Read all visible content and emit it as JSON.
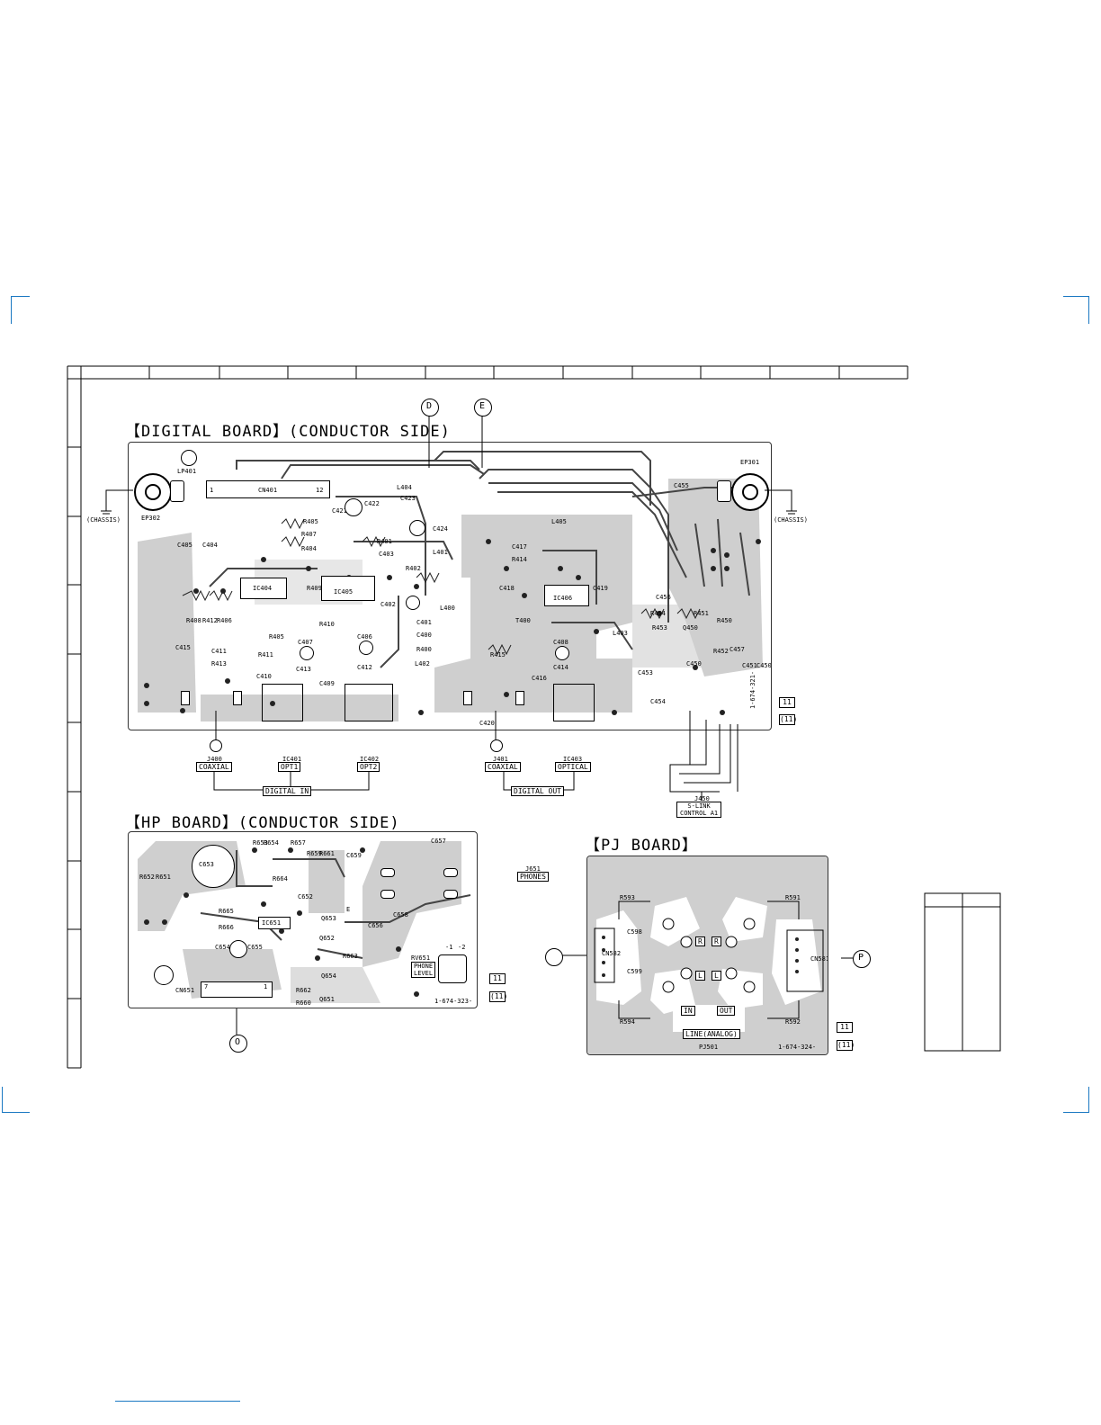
{
  "titles": {
    "digital": "【DIGITAL BOARD】(CONDUCTOR SIDE)",
    "hp": "【HP BOARD】(CONDUCTOR SIDE)",
    "pj": "【PJ BOARD】"
  },
  "connectors": {
    "d": "D",
    "e": "E",
    "o": "O",
    "p": "P"
  },
  "digital": {
    "chassis_left": "(CHASSIS)",
    "chassis_right": "(CHASSIS)",
    "ep302": "EP302",
    "ep301": "EP301",
    "lp401": "LP401",
    "cn401": "CN401",
    "cn401_pin1": "1",
    "cn401_pin12": "12",
    "ic404": "IC404",
    "ic405": "IC405",
    "ic406": "IC406",
    "components": [
      "L404",
      "C423",
      "C421",
      "C422",
      "C424",
      "R405",
      "R407",
      "R404",
      "R401",
      "C403",
      "R402",
      "L401",
      "C402",
      "C401",
      "L400",
      "C400",
      "R400",
      "L402",
      "C404",
      "C405",
      "R408",
      "R412",
      "R406",
      "R409",
      "C411",
      "R413",
      "C415",
      "R405",
      "R411",
      "C407",
      "R410",
      "C406",
      "C413",
      "C412",
      "C410",
      "C409",
      "L405",
      "C417",
      "R414",
      "C418",
      "C419",
      "T400",
      "R415",
      "C408",
      "C414",
      "L403",
      "C416",
      "C420",
      "C455",
      "C456",
      "R454",
      "R451",
      "R453",
      "Q450",
      "R450",
      "C450",
      "R452",
      "C457",
      "C451",
      "C450",
      "C453",
      "C454"
    ],
    "board_number": "1-674-321-",
    "ref_top": "11",
    "ref_bottom": "(11)",
    "j400": "J400",
    "coaxial_in": "COAXIAL",
    "ic401": "IC401",
    "opt1": "OPT1",
    "ic402": "IC402",
    "opt2": "OPT2",
    "digital_in": "DIGITAL IN",
    "j401": "J401",
    "coaxial_out": "COAXIAL",
    "ic403": "IC403",
    "optical": "OPTICAL",
    "digital_out": "DIGITAL OUT",
    "j450": "J450",
    "slink_1": "S-LINK",
    "slink_2": "CONTROL A1"
  },
  "hp": {
    "c653": "C653",
    "r652": "R652",
    "r651": "R651",
    "r665": "R665",
    "r666": "R666",
    "c654": "C654",
    "c655": "C655",
    "ic651": "IC651",
    "r664": "R664",
    "r653": "R653",
    "r654": "R654",
    "r659": "R659",
    "r657": "R657",
    "r661": "R661",
    "c652": "C652",
    "q653": "Q653",
    "q652": "Q652",
    "q654": "Q654",
    "q651": "Q651",
    "r663": "R663",
    "r662": "R662",
    "r660": "R660",
    "c657": "C657",
    "c656": "C656",
    "c658": "C658",
    "c659": "C659",
    "cn651": "CN651",
    "cn651_pin7": "7",
    "cn651_pin1": "1",
    "j651": "J651",
    "phones": "PHONES",
    "rv651": "RV651",
    "phone_level_1": "PHONE",
    "phone_level_2": "LEVEL",
    "rv_pin1": "-1",
    "rv_pin2": "-2",
    "e": "E",
    "board_number": "1-674-323-",
    "ref_top": "11",
    "ref_bottom": "(11)"
  },
  "pj": {
    "r593": "R593",
    "r591": "R591",
    "r594": "R594",
    "r592": "R592",
    "c598": "C598",
    "c599": "C599",
    "cn582": "CN582",
    "cn581": "CN581",
    "r_top": "R",
    "r_top2": "R",
    "l_bottom": "L",
    "l_bottom2": "L",
    "in": "IN",
    "out": "OUT",
    "line_analog": "LINE(ANALOG)",
    "pj501": "PJ501",
    "board_number": "1-674-324-",
    "ref_top": "11",
    "ref_bottom": "(11)"
  },
  "colors": {
    "crop_marks": "#1a78c2",
    "copper": "#cfcfcf",
    "ink": "#000000"
  }
}
